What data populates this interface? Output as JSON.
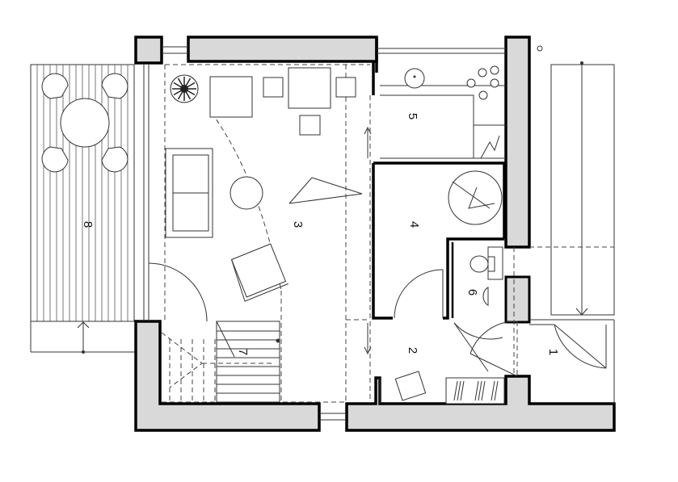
{
  "rooms": [
    {
      "number": "1"
    },
    {
      "number": "2"
    },
    {
      "number": "3"
    },
    {
      "number": "4"
    },
    {
      "number": "5"
    },
    {
      "number": "6"
    },
    {
      "number": "7"
    },
    {
      "number": "8"
    }
  ],
  "colors": {
    "wall_fill": "#d9d9d9",
    "wall_stroke": "#000000",
    "line": "#333333"
  },
  "icons": [
    "plant-icon",
    "toilet-icon",
    "sink-icon",
    "shower-icon",
    "stove-icon"
  ]
}
